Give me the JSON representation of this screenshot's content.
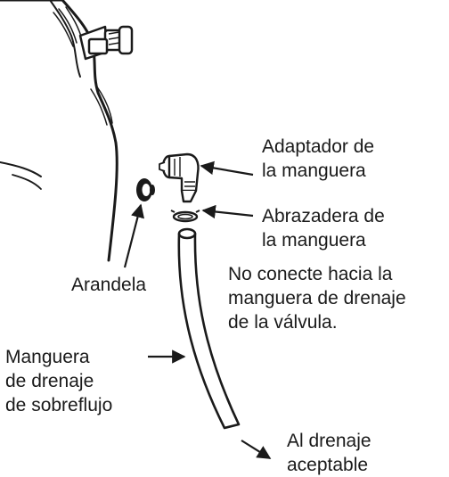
{
  "labels": {
    "hose_adapter": [
      "Adaptador de",
      "la manguera"
    ],
    "hose_clamp": [
      "Abrazadera de",
      "la manguera"
    ],
    "warning": [
      "No conecte hacia la",
      "manguera de drenaje",
      "de la válvula."
    ],
    "washer": [
      "Arandela"
    ],
    "overflow_hose": [
      "Manguera",
      "de drenaje",
      "de sobreflujo"
    ],
    "drain": [
      "Al drenaje",
      "aceptable"
    ]
  },
  "colors": {
    "line": "#1a1a1a",
    "background": "#ffffff"
  }
}
